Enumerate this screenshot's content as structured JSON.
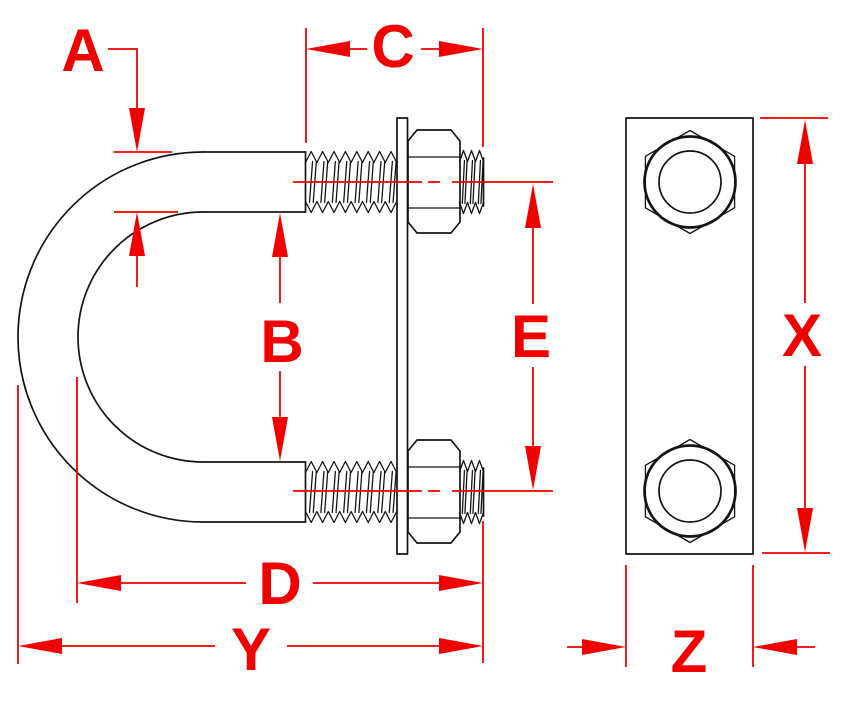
{
  "drawing": {
    "kind": "u-bolt-with-plate-dimension-diagram",
    "views": {
      "side_view": "u-bolt, plate edge and hex nuts (side)",
      "front_view": "plate with two hex nuts (front)"
    }
  },
  "colors": {
    "dimension": "#f20000",
    "outline": "#141414",
    "background": "#ffffff"
  },
  "labels": {
    "A": "A",
    "B": "B",
    "C": "C",
    "D": "D",
    "E": "E",
    "X": "X",
    "Y": "Y",
    "Z": "Z"
  }
}
